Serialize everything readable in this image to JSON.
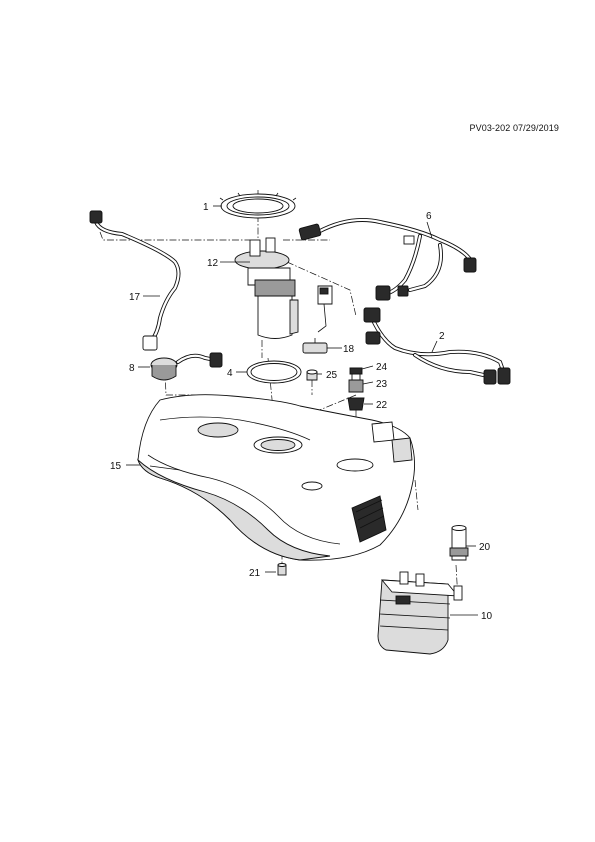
{
  "document_code": "PV03-202 07/29/2019",
  "callouts": {
    "c1": "1",
    "c2": "2",
    "c4": "4",
    "c6": "6",
    "c8": "8",
    "c10": "10",
    "c12": "12",
    "c15": "15",
    "c17": "17",
    "c18": "18",
    "c20": "20",
    "c21": "21",
    "c22": "22",
    "c23": "23",
    "c24": "24",
    "c25": "25"
  },
  "colors": {
    "line": "#111111",
    "shade": "#dcdcdc",
    "dark": "#2a2a2a",
    "background": "#ffffff"
  }
}
